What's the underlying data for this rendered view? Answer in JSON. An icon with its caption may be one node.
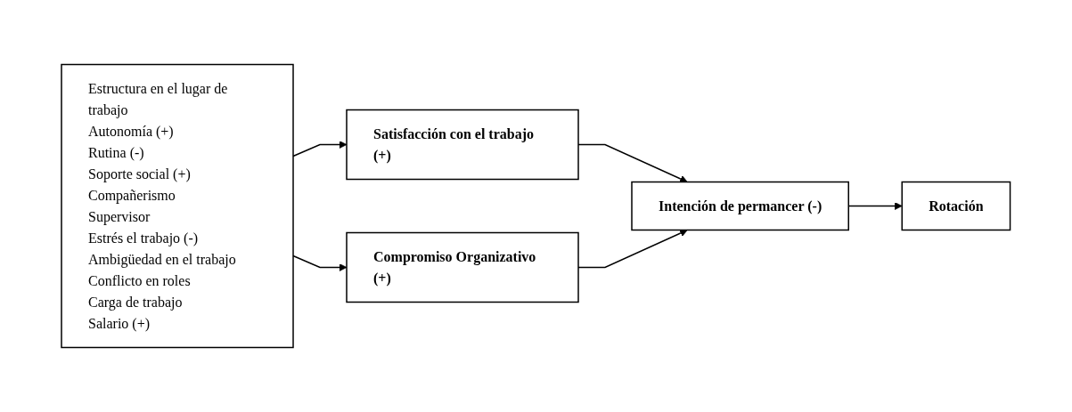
{
  "diagram": {
    "nodes": [
      {
        "text": [
          "Estructura en el lugar de trabajo",
          "Autonomía (+)",
          "Rutina (-)",
          "Soporte social (+)",
          "Compañerismo",
          "Supervisor",
          "Estrés el trabajo (-)",
          "Ambigüedad en el trabajo",
          "Conflicto en roles",
          "Carga de trabajo",
          "Salario (+)"
        ]
      },
      {
        "text": [
          "Satisfacción con el trabajo (+)"
        ]
      },
      {
        "text": [
          "Compromiso Organizativo (+)"
        ]
      },
      {
        "text": [
          "Intención de permancer (-)"
        ]
      },
      {
        "text": [
          "Rotación"
        ]
      }
    ],
    "edges": [
      {
        "from": 0,
        "to": 1,
        "arrow": "to"
      },
      {
        "from": 0,
        "to": 2,
        "arrow": "to"
      },
      {
        "from": 1,
        "to": 3,
        "arrow": "to"
      },
      {
        "from": 2,
        "to": 3,
        "arrow": "to"
      },
      {
        "from": 3,
        "to": 4,
        "arrow": "to"
      }
    ]
  }
}
